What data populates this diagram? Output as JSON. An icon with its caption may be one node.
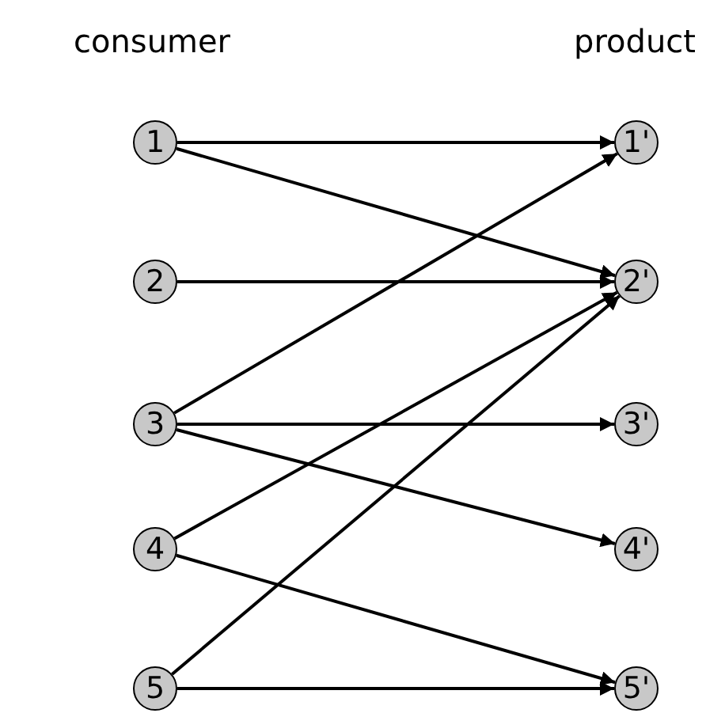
{
  "diagram": {
    "nodes": [
      {
        "text": [
          "1"
        ]
      },
      {
        "text": [
          "2"
        ]
      },
      {
        "text": [
          "3"
        ]
      },
      {
        "text": [
          "4"
        ]
      },
      {
        "text": [
          "5"
        ]
      },
      {
        "text": [
          "1'"
        ]
      },
      {
        "text": [
          "2'"
        ]
      },
      {
        "text": [
          "3'"
        ]
      },
      {
        "text": [
          "4'"
        ]
      },
      {
        "text": [
          "5'"
        ]
      }
    ],
    "edges": [
      {
        "from": 0,
        "to": 5,
        "arrow": "to"
      },
      {
        "from": 0,
        "to": 6,
        "arrow": "to"
      },
      {
        "from": 1,
        "to": 6,
        "arrow": "to"
      },
      {
        "from": 2,
        "to": 5,
        "arrow": "to"
      },
      {
        "from": 2,
        "to": 7,
        "arrow": "to"
      },
      {
        "from": 2,
        "to": 8,
        "arrow": "to"
      },
      {
        "from": 3,
        "to": 6,
        "arrow": "to"
      },
      {
        "from": 3,
        "to": 9,
        "arrow": "to"
      },
      {
        "from": 4,
        "to": 6,
        "arrow": "to"
      },
      {
        "from": 4,
        "to": 9,
        "arrow": "to"
      }
    ],
    "labels": [
      "consumer",
      "product"
    ]
  }
}
